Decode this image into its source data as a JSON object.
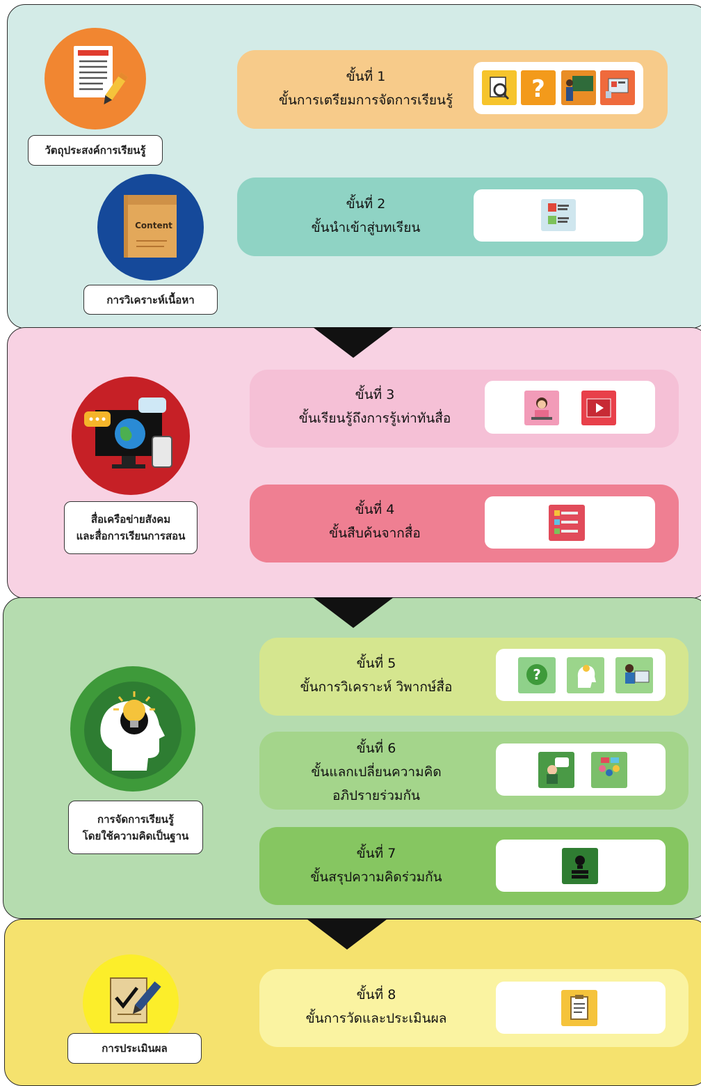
{
  "objective_label": "วัตถุประสงค์การเรียนรู้",
  "content_label": "การวิเคราะห์เนื้อหา",
  "content_book_text": "Content",
  "media_label_line1": "สื่อเครือข่ายสังคม",
  "media_label_line2": "และสื่อการเรียนการสอน",
  "thinking_label_line1": "การจัดการเรียนรู้",
  "thinking_label_line2": "โดยใช้ความคิดเป็นฐาน",
  "evaluation_label": "การประเมินผล",
  "steps": [
    {
      "num": "ขั้นที่ 1",
      "desc": "ขั้นการเตรียมการจัดการเรียนรู้"
    },
    {
      "num": "ขั้นที่ 2",
      "desc": "ขั้นนำเข้าสู่บทเรียน"
    },
    {
      "num": "ขั้นที่ 3",
      "desc": "ขั้นเรียนรู้ถึงการรู้เท่าทันสื่อ"
    },
    {
      "num": "ขั้นที่ 4",
      "desc": "ขั้นสืบค้นจากสื่อ"
    },
    {
      "num": "ขั้นที่ 5",
      "desc": "ขั้นการวิเคราะห์ วิพากษ์สื่อ"
    },
    {
      "num": "ขั้นที่ 6",
      "desc": "ขั้นแลกเปลี่ยนความคิด",
      "desc2": "อภิปรายร่วมกัน"
    },
    {
      "num": "ขั้นที่ 7",
      "desc": "ขั้นสรุปความคิดร่วมกัน"
    },
    {
      "num": "ขั้นที่ 8",
      "desc": "ขั้นการวัดและประเมินผล"
    }
  ],
  "icons": {
    "step1": [
      "magnifier-document-icon",
      "question-mark-icon",
      "teacher-blackboard-icon",
      "presentation-screen-icon"
    ],
    "step2": [
      "flashcard-icon"
    ],
    "step3": [
      "learner-icon",
      "video-play-icon"
    ],
    "step4": [
      "checklist-icon"
    ],
    "step5": [
      "question-bubble-icon",
      "idea-head-icon",
      "person-computer-icon"
    ],
    "step6": [
      "speech-person-icon",
      "group-discussion-icon"
    ],
    "step7": [
      "idea-book-icon"
    ],
    "step8": [
      "clipboard-icon"
    ]
  },
  "colors": {
    "sec1": "#d3ebe7",
    "sec2": "#f8d2e3",
    "sec3": "#b5dcaf",
    "sec4": "#f5e26e",
    "step1": "#f7cb8a",
    "step2": "#8fd3c4",
    "step3": "#f5c0d6",
    "step4": "#ef7f92",
    "step5": "#d5e68f",
    "step6": "#a4d58b",
    "step7": "#86c661",
    "step8": "#faf3a1"
  }
}
